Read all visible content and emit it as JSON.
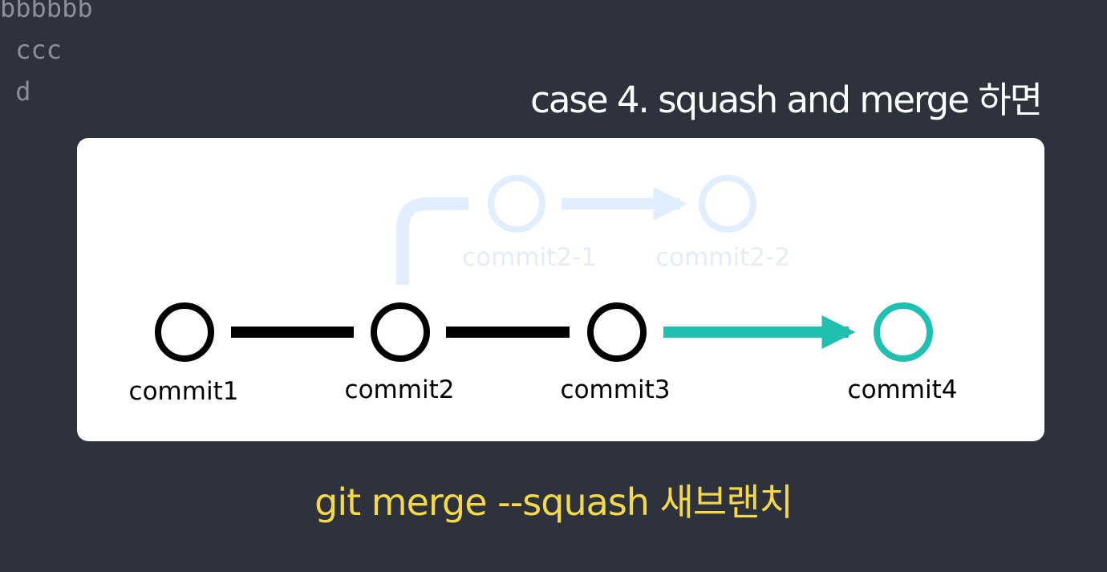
{
  "code_snippet": {
    "lines": [
      "bbbbbb",
      " ccc",
      " d"
    ]
  },
  "title": "case 4. squash and merge 하면",
  "diagram": {
    "main_commits": [
      {
        "label": "commit1",
        "style": "default"
      },
      {
        "label": "commit2",
        "style": "default"
      },
      {
        "label": "commit3",
        "style": "default"
      },
      {
        "label": "commit4",
        "style": "squash-result"
      }
    ],
    "branch_commits": [
      {
        "label": "commit2-1",
        "style": "faded"
      },
      {
        "label": "commit2-2",
        "style": "faded"
      }
    ],
    "colors": {
      "default": "#000000",
      "squash": "#1fbfb1",
      "faded_stroke": "#e1eeff",
      "faded_text": "#e4ecf6"
    }
  },
  "command": "git merge --squash 새브랜치"
}
